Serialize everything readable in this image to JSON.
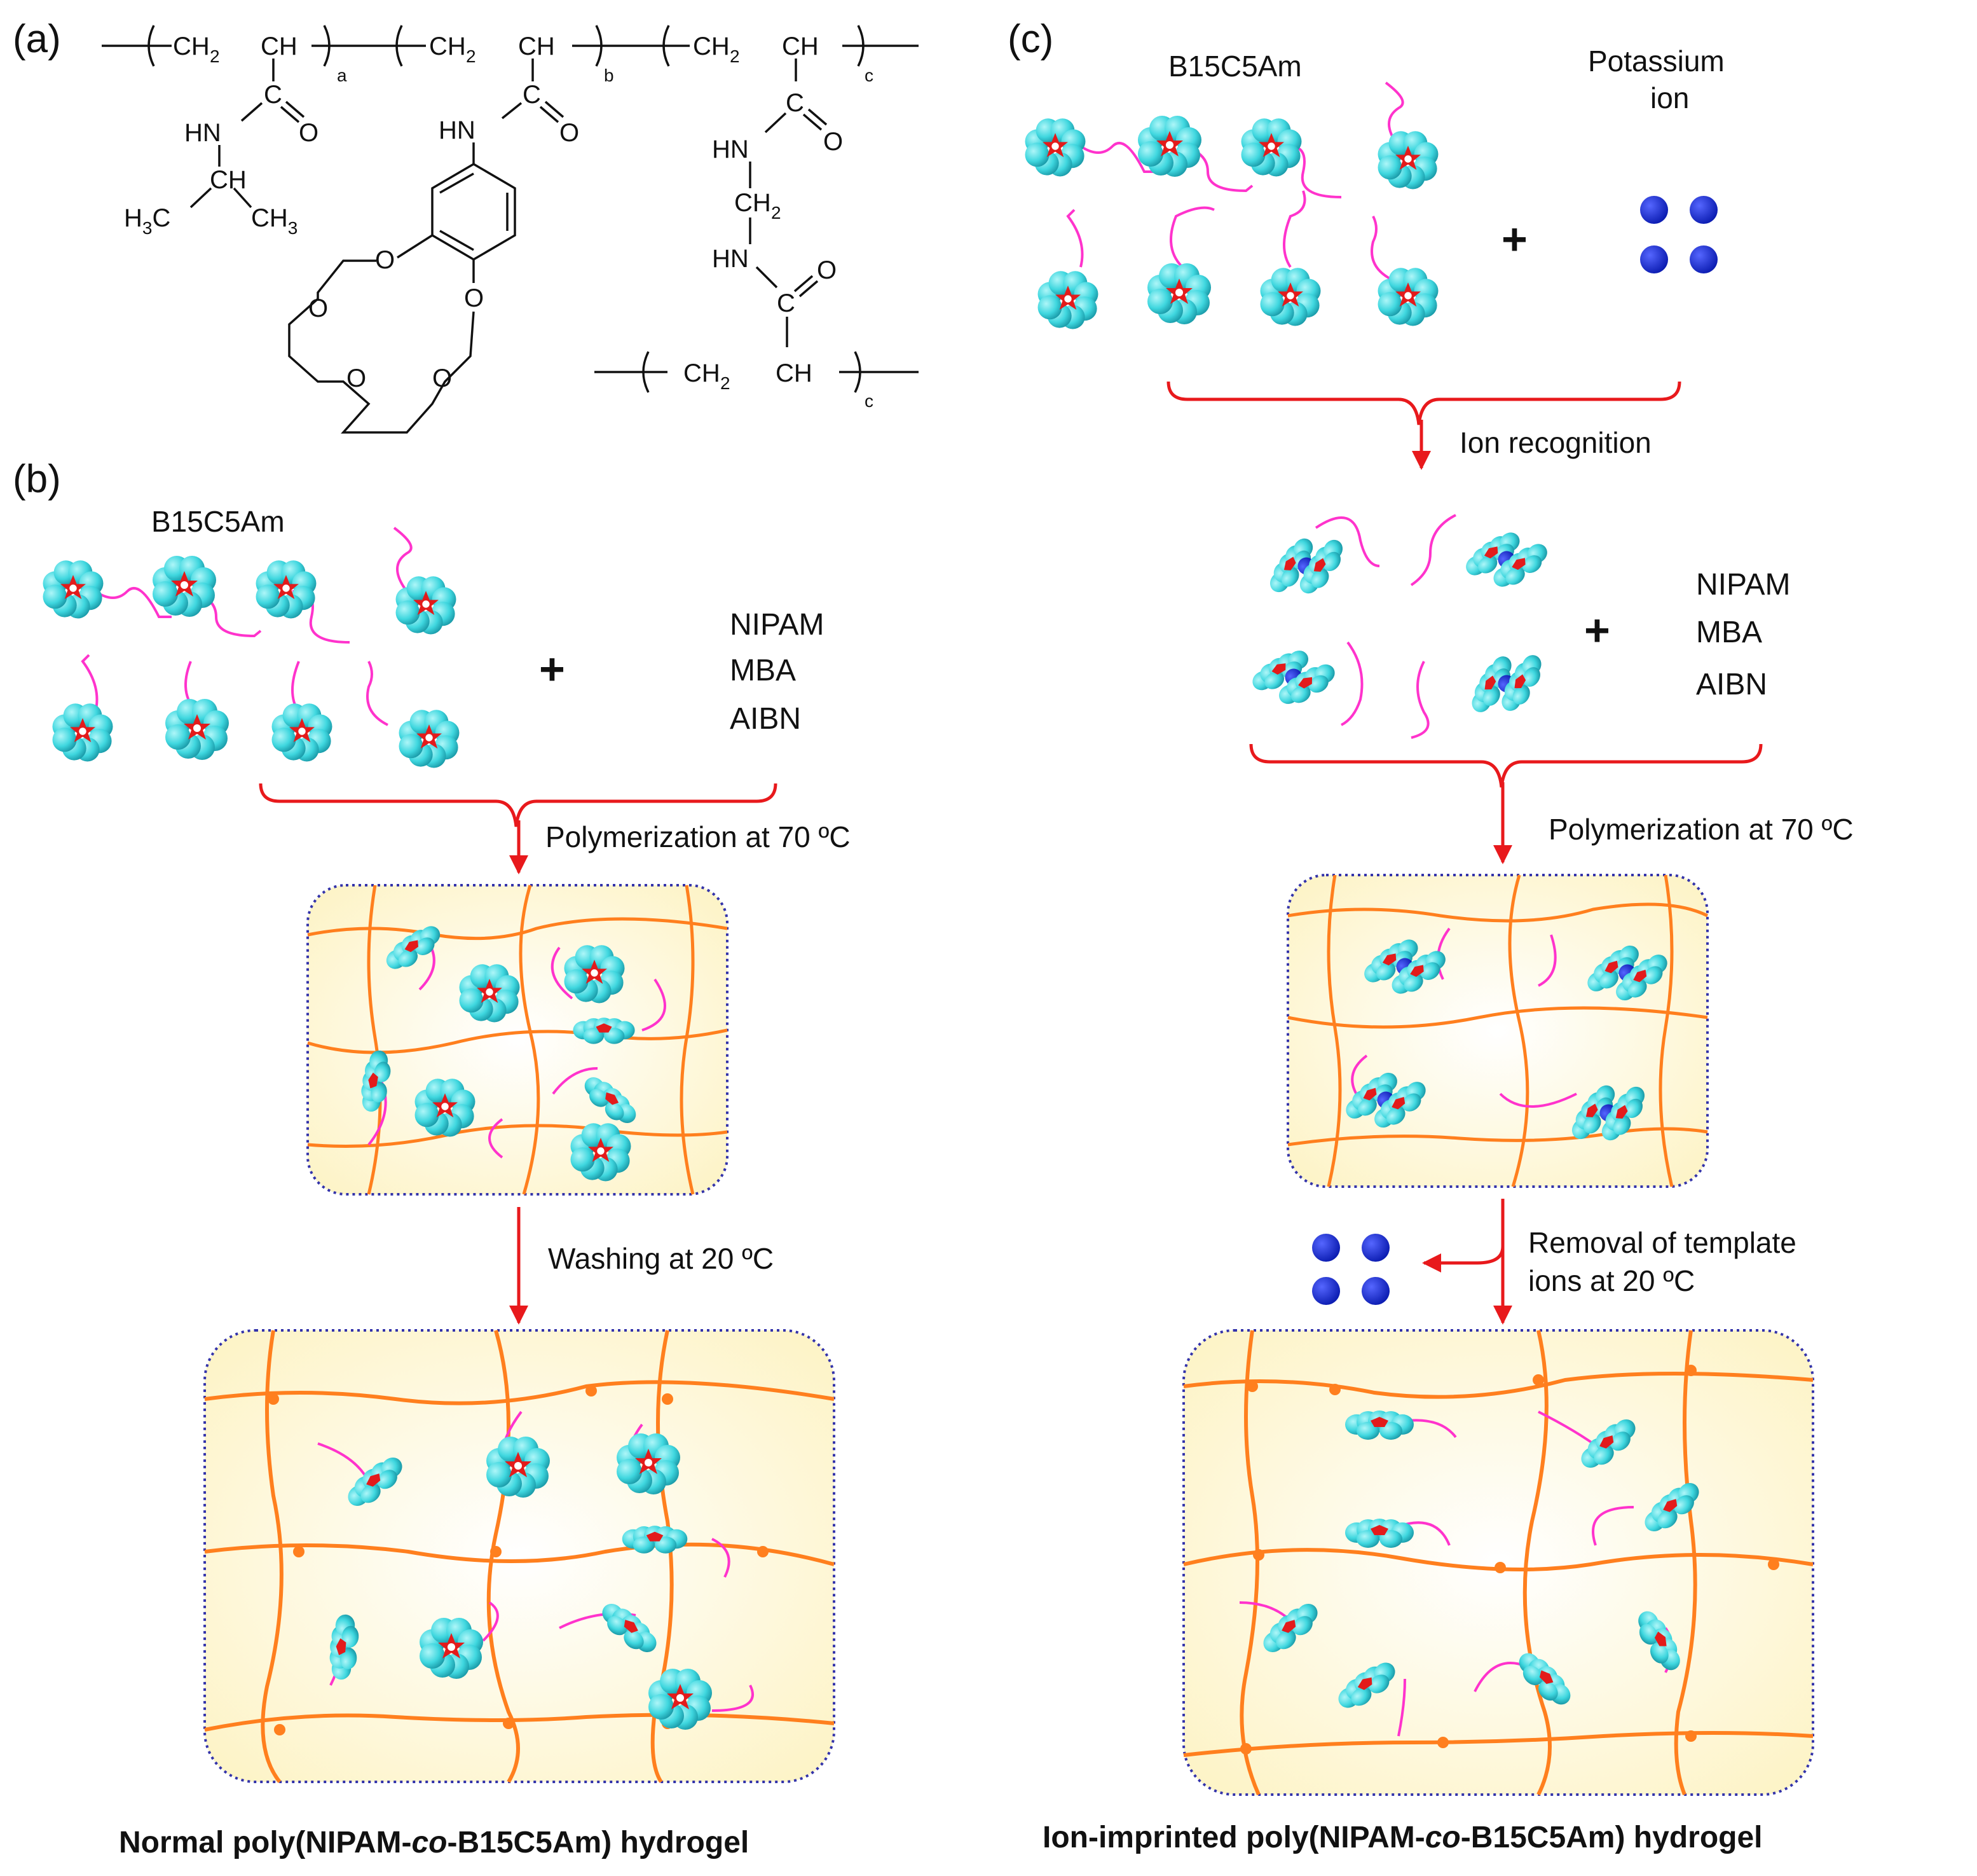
{
  "panels": {
    "a": {
      "label": "(a)",
      "chem": {
        "ch2": "CH",
        "ch": "CH",
        "sub2": "2",
        "sub_a": "a",
        "sub_b": "b",
        "sub_c": "c",
        "c": "C",
        "o": "O",
        "hn": "HN",
        "h3c": "H",
        "h3c_sub": "3",
        "h3c_c": "C",
        "ch3": "CH",
        "ch3_sub": "3"
      }
    },
    "b": {
      "label": "(b)",
      "monomer_label": "B15C5Am",
      "reagents": [
        "NIPAM",
        "MBA",
        "AIBN"
      ],
      "plus": "+",
      "step1": "Polymerization at 70 ºC",
      "step2": "Washing at 20 ºC",
      "caption_pre": "Normal poly(NIPAM-",
      "caption_it": "co",
      "caption_post": "-B15C5Am) hydrogel"
    },
    "c": {
      "label": "(c)",
      "monomer_label": "B15C5Am",
      "ion_label_1": "Potassium",
      "ion_label_2": "ion",
      "plus": "+",
      "step1": "Ion recognition",
      "reagents": [
        "NIPAM",
        "MBA",
        "AIBN"
      ],
      "step2": "Polymerization at 70 ºC",
      "step3_line1": "Removal of template",
      "step3_line2": "ions at 20 ºC",
      "caption_pre": "Ion-imprinted poly(NIPAM-",
      "caption_it": "co",
      "caption_post": "-B15C5Am) hydrogel"
    }
  },
  "colors": {
    "arrow": "#e8191c",
    "crown_ball": "#3fd7df",
    "crown_star": "#e31b1b",
    "linker": "#ff33cc",
    "potassium": "#0a1bcc",
    "network": "#ff7f1e",
    "gel_fill": "#fdf7d2",
    "gel_border": "#3333aa"
  }
}
